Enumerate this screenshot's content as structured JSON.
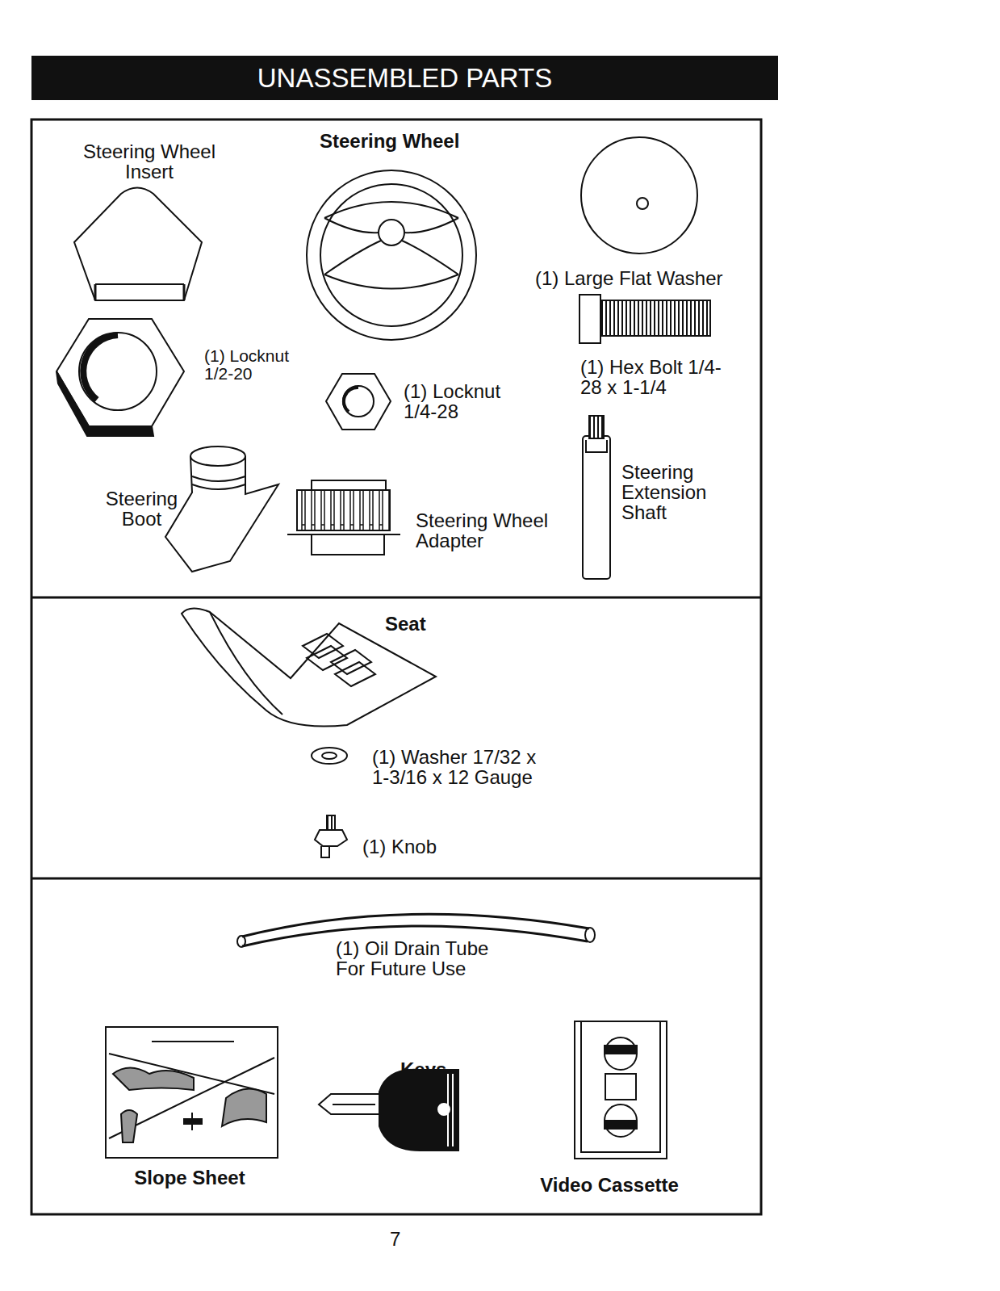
{
  "diagram": {
    "title": "UNASSEMBLED PARTS",
    "labels": [
      "Steering Wheel Insert",
      "Steering Wheel",
      "(1) Large Flat Washer",
      "(1) Locknut 1/2-20",
      "(1) Locknut 1/4-28",
      "(1) Hex Bolt 1/4-28 x 1-1/4",
      "Steering Extension Shaft",
      "Steering Boot",
      "Steering Wheel Adapter",
      "Seat",
      "(1) Washer 17/32 x 1-3/16 x 12 Gauge",
      "(1) Knob",
      "(1) Oil Drain Tube For Future Use",
      "Keys",
      "Slope Sheet",
      "Video Cassette",
      "7"
    ]
  }
}
